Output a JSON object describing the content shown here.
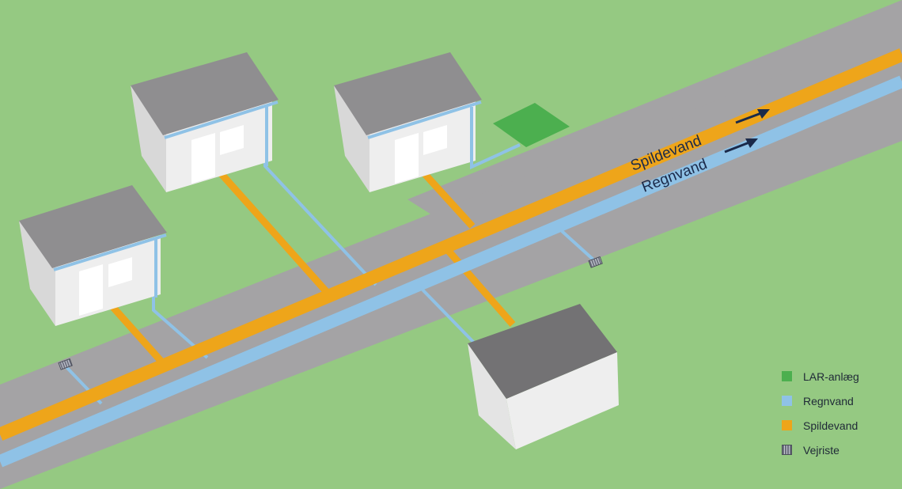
{
  "colors": {
    "grass": "#95c982",
    "road": "#a4a3a5",
    "spildevand": "#eea51a",
    "regnvand": "#8fc2e6",
    "lar": "#4caf4f",
    "roof": "#8f8e90",
    "wall": "#eeeeee",
    "wall_side": "#d8d8d8",
    "arrow": "#1b2a4a",
    "grate": "#6a6d7c"
  },
  "labels": {
    "spildevand": "Spildevand",
    "regnvand": "Regnvand"
  },
  "legend": [
    {
      "label": "LAR-anlæg",
      "color": "#4caf4f",
      "icon": "green-square"
    },
    {
      "label": "Regnvand",
      "color": "#8fc2e6",
      "icon": "blue-square"
    },
    {
      "label": "Spildevand",
      "color": "#eea51a",
      "icon": "orange-square"
    },
    {
      "label": "Vejriste",
      "color": "#6a6d7c",
      "icon": "grate-icon"
    }
  ]
}
